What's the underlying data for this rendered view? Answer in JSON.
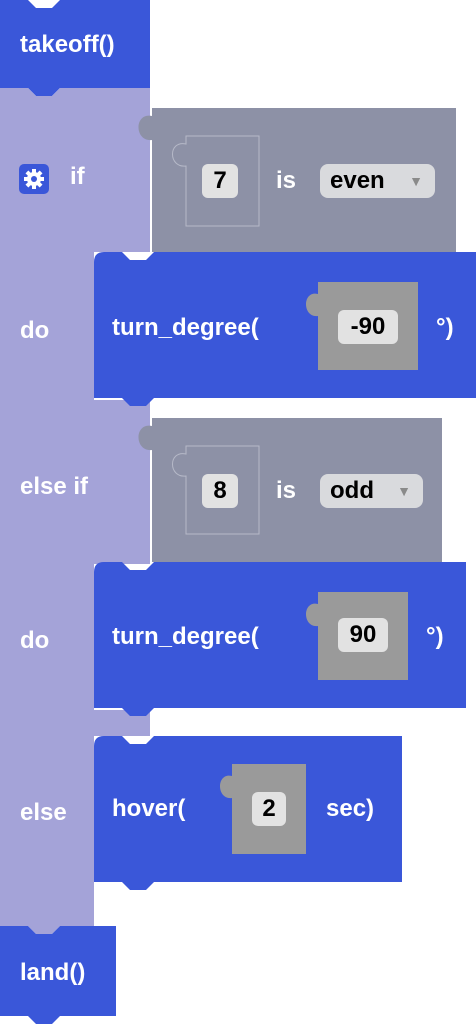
{
  "colors": {
    "motion_block": "#3a57d9",
    "if_block": "#a4a3d8",
    "logic_block": "#8d91a6",
    "value_socket": "#9a9a9a",
    "field": "#e2e2e2"
  },
  "blocks": {
    "takeoff": {
      "label": "takeoff()"
    },
    "if_block": {
      "gear_icon": "gear-icon",
      "if_label": "if",
      "do1_label": "do",
      "else_if_label": "else if",
      "do2_label": "do",
      "else_label": "else",
      "cond1": {
        "number": "7",
        "is_label": "is",
        "selected": "even"
      },
      "cond2": {
        "number": "8",
        "is_label": "is",
        "selected": "odd"
      },
      "turn1": {
        "label": "turn_degree(",
        "value": "-90",
        "suffix": "°)"
      },
      "turn2": {
        "label": "turn_degree(",
        "value": "90",
        "suffix": "°)"
      },
      "hover": {
        "label": "hover(",
        "value": "2",
        "suffix": "sec)"
      }
    },
    "land": {
      "label": "land()"
    }
  }
}
